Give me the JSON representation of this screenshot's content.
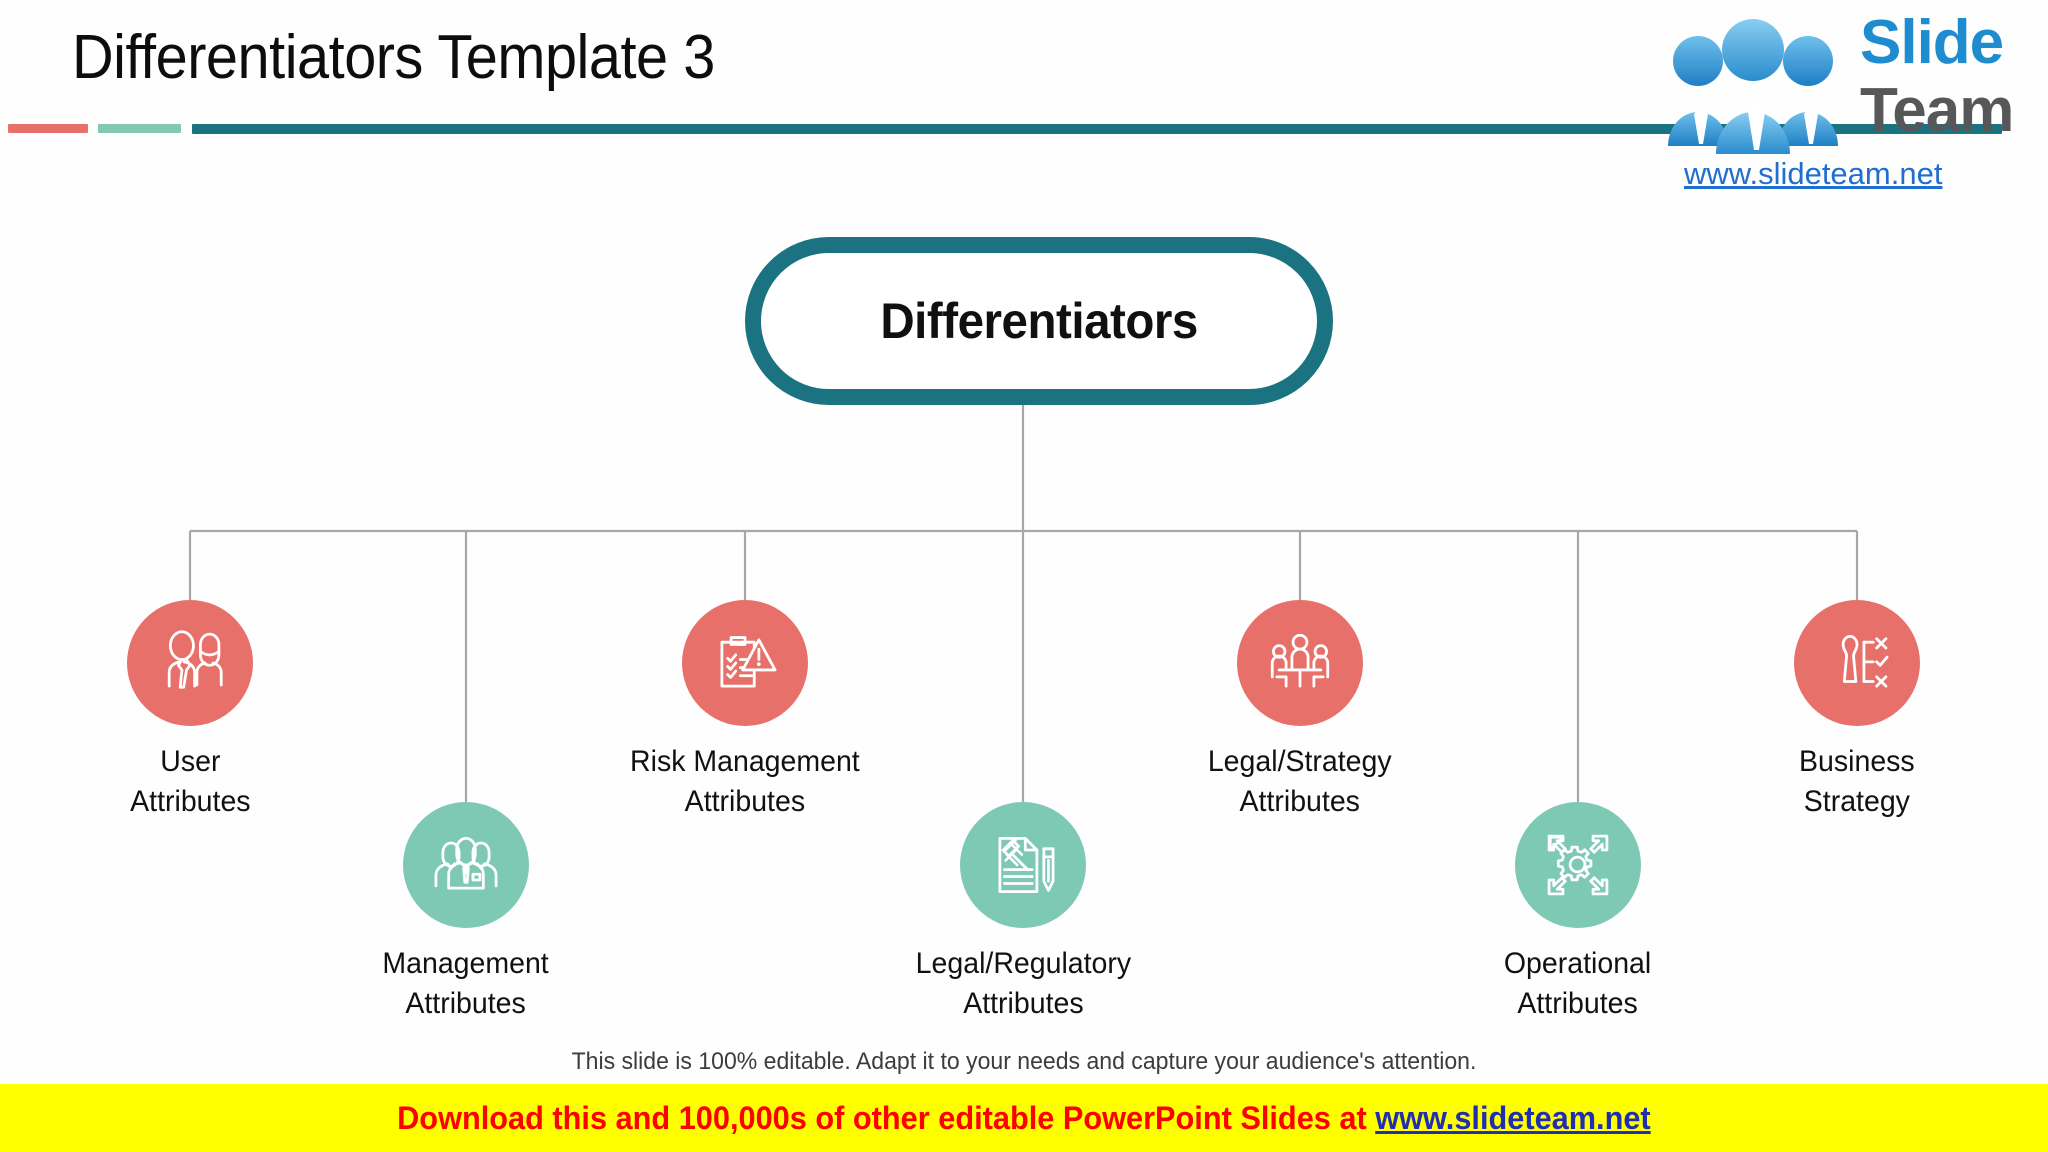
{
  "header": {
    "title": "Differentiators Template 3",
    "rule_colors": {
      "red": "#e8706a",
      "green": "#82c9b0",
      "teal": "#1b7382"
    }
  },
  "logo": {
    "brand_first": "Slide",
    "brand_second": "Team",
    "url": "www.slideteam.net",
    "colors": {
      "blue": "#1f8ccf",
      "gray": "#555759",
      "link": "#1f6fd0"
    }
  },
  "diagram": {
    "central": {
      "label": "Differentiators",
      "border_color": "#1b7382"
    },
    "colors": {
      "red": "#e8706a",
      "green": "#7ec9b3",
      "connector": "#a7a7a7"
    },
    "nodes": [
      {
        "label": "User\nAttributes",
        "icon": "two-users-icon",
        "color": "red",
        "row": "top"
      },
      {
        "label": "Management\nAttributes",
        "icon": "three-people-icon",
        "color": "green",
        "row": "bottom"
      },
      {
        "label": "Risk Management\nAttributes",
        "icon": "clipboard-warning-icon",
        "color": "red",
        "row": "top"
      },
      {
        "label": "Legal/Regulatory\nAttributes",
        "icon": "document-gavel-icon",
        "color": "green",
        "row": "bottom"
      },
      {
        "label": "Legal/Strategy\nAttributes",
        "icon": "meeting-table-icon",
        "color": "red",
        "row": "top"
      },
      {
        "label": "Operational\nAttributes",
        "icon": "gear-arrows-icon",
        "color": "green",
        "row": "bottom"
      },
      {
        "label": "Business\nStrategy",
        "icon": "person-checklist-icon",
        "color": "red",
        "row": "top"
      }
    ]
  },
  "footer": {
    "editable_note": "This slide is 100% editable. Adapt it to your needs and capture your audience's attention.",
    "promo_prefix": "Download this and 100,000s of other editable PowerPoint Slides at ",
    "promo_link": "www.slideteam.net",
    "banner_color": "#ffff00",
    "promo_color": "#ff0000"
  }
}
